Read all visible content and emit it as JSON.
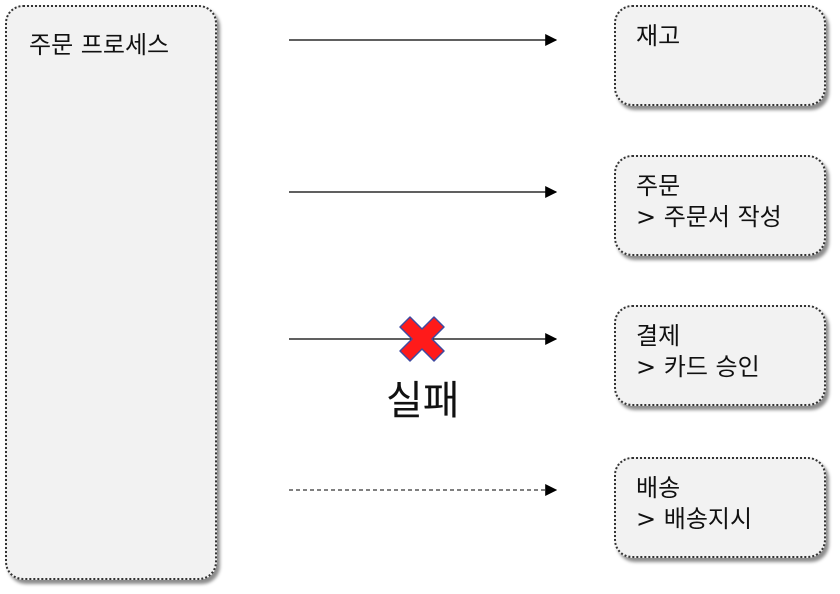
{
  "process": {
    "title": "주문 프로세스"
  },
  "targets": [
    {
      "title": "재고",
      "detail": ""
    },
    {
      "title": "주문",
      "detail": "> 주문서 작성"
    },
    {
      "title": "결제",
      "detail": "> 카드 승인"
    },
    {
      "title": "배송",
      "detail": "> 배송지시"
    }
  ],
  "failure": {
    "label": "실패",
    "mark_color": "#ff1a1a",
    "mark_outline": "#3f4aa0"
  },
  "arrows": [
    {
      "target": "재고",
      "style": "solid"
    },
    {
      "target": "주문",
      "style": "solid"
    },
    {
      "target": "결제",
      "style": "solid",
      "failed": true
    },
    {
      "target": "배송",
      "style": "dashed"
    }
  ]
}
